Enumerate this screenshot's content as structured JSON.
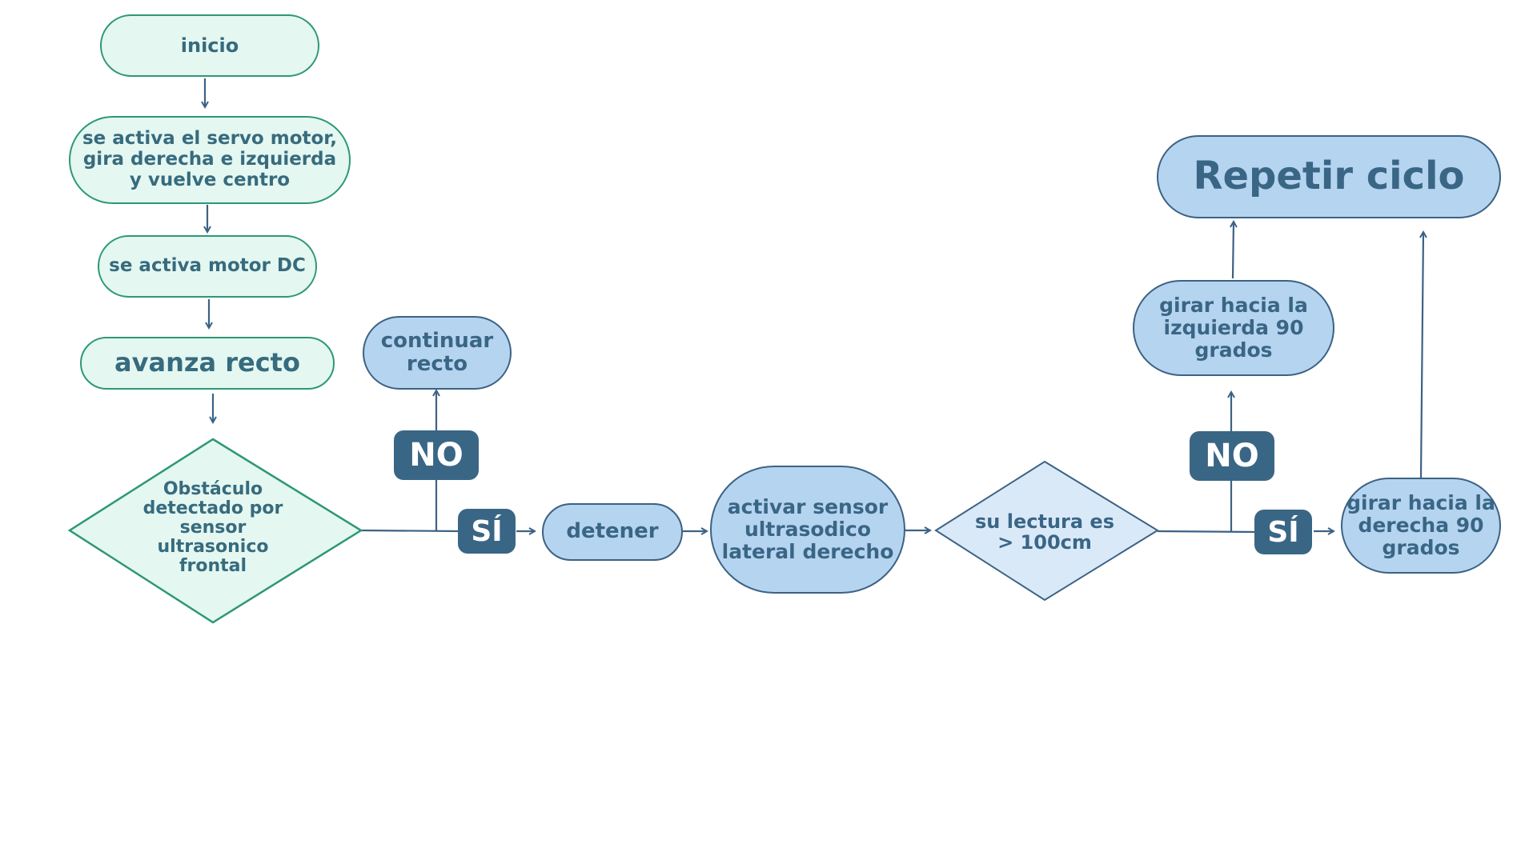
{
  "nodes": {
    "inicio": "inicio",
    "servo": "se activa el servo motor, gira derecha e izquierda y vuelve centro",
    "motor_dc": "se activa motor DC",
    "avanza": "avanza recto",
    "obstaculo": "Obstáculo detectado por sensor ultrasonico frontal",
    "continuar": "continuar recto",
    "detener": "detener",
    "activar_lateral": "activar sensor ultrasodico lateral derecho",
    "lectura": "su lectura es > 100cm",
    "izquierda": "girar hacia la izquierda 90 grados",
    "derecha": "girar hacia la derecha 90 grados",
    "repetir": "Repetir ciclo"
  },
  "labels": {
    "no_1": "NO",
    "si_1": "SÍ",
    "no_2": "NO",
    "si_2": "SÍ"
  },
  "colors": {
    "green_fill": "#e4f7f1",
    "green_stroke": "#2e9876",
    "blue_fill": "#b5d4ef",
    "blue_stroke": "#3c6284",
    "light_blue_fill": "#d9e9f8",
    "badge": "#3a6686",
    "text": "#3a6686",
    "line": "#3c6284"
  }
}
